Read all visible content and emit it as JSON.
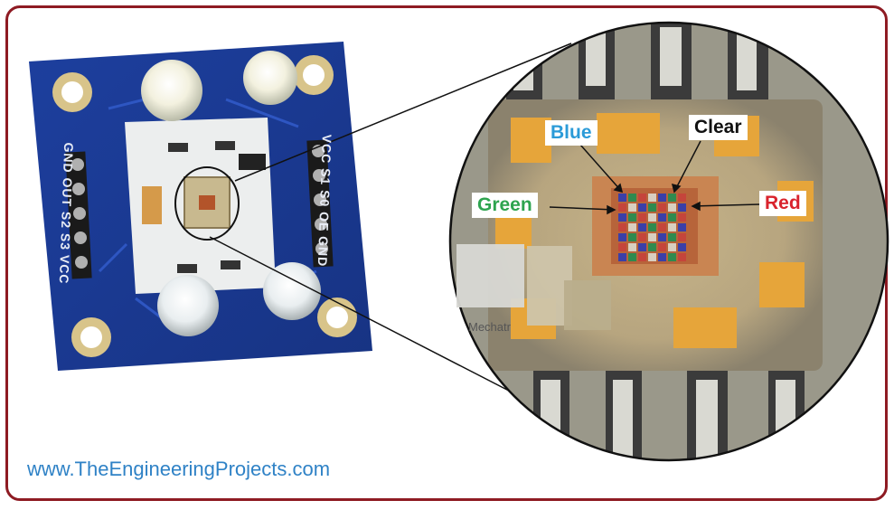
{
  "sensor_labels": {
    "blue": "Blue",
    "clear": "Clear",
    "green": "Green",
    "red": "Red"
  },
  "pins_left": "GND OUT S2 S3 VCC",
  "pins_right": "VCC S1 S0 OE GND",
  "watermark": "www.TheEngineeringProjects.com",
  "blurred_text": "Mechatr",
  "colors": {
    "frame": "#8e1b23",
    "blue_label": "#2b9bd8",
    "green_label": "#2ea44f",
    "red_label": "#d9232d",
    "clear_label": "#111111",
    "watermark": "#2f82c6"
  }
}
